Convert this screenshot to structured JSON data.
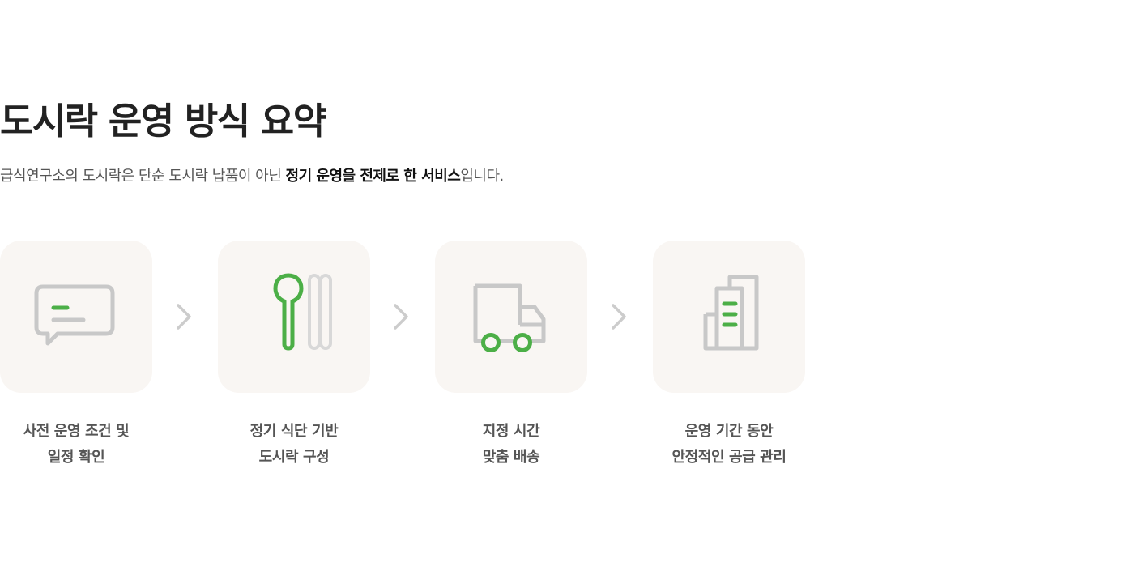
{
  "heading": {
    "title": "도시락 운영 방식 요약",
    "subtitle_prefix": "급식연구소의 도시락은 단순 도시락 납품이 아닌 ",
    "subtitle_emphasis": "정기 운영을 전제로 한 서비스",
    "subtitle_suffix": "입니다."
  },
  "steps": [
    {
      "icon": "chat-bubble-icon",
      "line1": "사전 운영 조건 및",
      "line2": "일정 확인"
    },
    {
      "icon": "spoon-chopsticks-icon",
      "line1": "정기 식단 기반",
      "line2": "도시락 구성"
    },
    {
      "icon": "delivery-truck-icon",
      "line1": "지정 시간",
      "line2": "맞춤 배송"
    },
    {
      "icon": "building-icon",
      "line1": "운영 기간 동안",
      "line2": "안정적인 공급 관리"
    }
  ],
  "colors": {
    "accent": "#4caf47",
    "icon_gray": "#c8c8c8",
    "card_bg": "#f9f6f3",
    "arrow": "#cccccc"
  }
}
